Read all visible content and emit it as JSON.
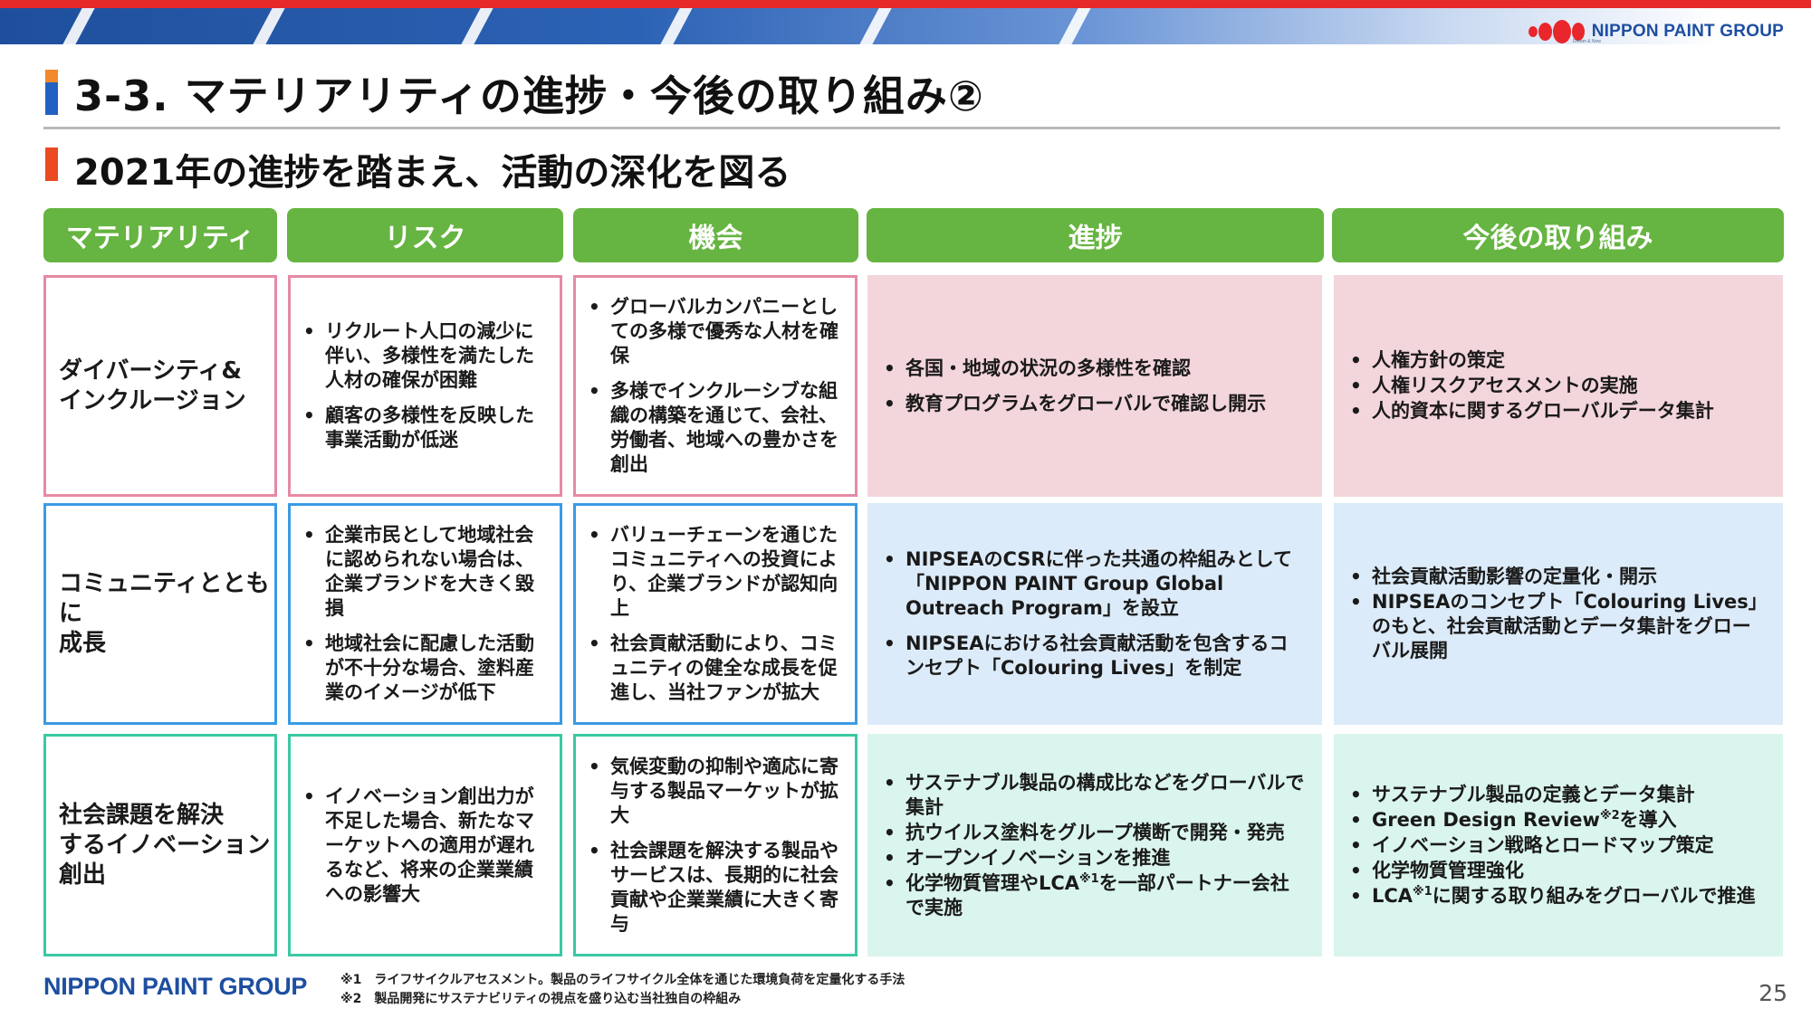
{
  "header": {
    "logo_text": "NIPPON PAINT GROUP",
    "logo_sub": "Dream & Now"
  },
  "title": "3-3. マテリアリティの進捗・今後の取り組み②",
  "subtitle": "2021年の進捗を踏まえ、活動の深化を図る",
  "columns": [
    "マテリアリティ",
    "リスク",
    "機会",
    "進捗",
    "今後の取り組み"
  ],
  "rows": [
    {
      "materiality": "ダイバーシティ&\nインクルージョン",
      "risk": [
        "リクルート人口の減少に伴い、多様性を満たした人材の確保が困難",
        "顧客の多様性を反映した事業活動が低迷"
      ],
      "opportunity": [
        "グローバルカンパニーとしての多様で優秀な人材を確保",
        "多様でインクルーシブな組織の構築を通じて、会社、労働者、地域への豊かさを創出"
      ],
      "progress": [
        "各国・地域の状況の多様性を確認",
        "教育プログラムをグローバルで確認し開示"
      ],
      "future": [
        "人権方針の策定",
        "人権リスクアセスメントの実施",
        "人的資本に関するグローバルデータ集計"
      ]
    },
    {
      "materiality": "コミュニティとともに\n成長",
      "risk": [
        "企業市民として地域社会に認められない場合は、企業ブランドを大きく毀損",
        "地域社会に配慮した活動が不十分な場合、塗料産業のイメージが低下"
      ],
      "opportunity": [
        "バリューチェーンを通じたコミュニティへの投資により、企業ブランドが認知向上",
        "社会貢献活動により、コミュニティの健全な成長を促進し、当社ファンが拡大"
      ],
      "progress": [
        "NIPSEAのCSRに伴った共通の枠組みとして「NIPPON PAINT Group Global Outreach Program」を設立",
        "NIPSEAにおける社会貢献活動を包含するコンセプト「Colouring Lives」を制定"
      ],
      "future": [
        "社会貢献活動影響の定量化・開示",
        "NIPSEAのコンセプト「Colouring Lives」のもと、社会貢献活動とデータ集計をグローバル展開"
      ]
    },
    {
      "materiality": "社会課題を解決\nするイノベーション\n創出",
      "risk": [
        "イノベーション創出力が不足した場合、新たなマーケットへの適用が遅れるなど、将来の企業業績への影響大"
      ],
      "opportunity": [
        "気候変動の抑制や適応に寄与する製品マーケットが拡大",
        "社会課題を解決する製品やサービスは、長期的に社会貢献や企業業績に大きく寄与"
      ],
      "progress": [
        "サステナブル製品の構成比などをグローバルで集計",
        "抗ウイルス塗料をグループ横断で開発・発売",
        "オープンイノベーションを推進",
        "化学物質管理やLCA※1を一部パートナー会社で実施"
      ],
      "future": [
        "サステナブル製品の定義とデータ集計",
        "Green Design Review※2を導入",
        "イノベーション戦略とロードマップ策定",
        "化学物質管理強化",
        "LCA※1に関する取り組みをグローバルで推進"
      ]
    }
  ],
  "row_colors": {
    "border": [
      "#e58aa4",
      "#3a9be3",
      "#3bc8a3"
    ],
    "fill": [
      "#f3d5dc",
      "#dcebf9",
      "#daf5ee"
    ]
  },
  "footer": {
    "logo_text": "NIPPON PAINT GROUP",
    "note1": "※1　ライフサイクルアセスメント。製品のライフサイクル全体を通じた環境負荷を定量化する手法",
    "note2": "※2　製品開発にサステナビリティの視点を盛り込む当社独自の枠組み",
    "page_number": "25"
  },
  "colors": {
    "header_green": "#66b441",
    "title_blue": "#2261c2",
    "subtitle_orange": "#ea4b22",
    "brand_blue": "#1d4ea0",
    "brand_red": "#e8262c"
  }
}
